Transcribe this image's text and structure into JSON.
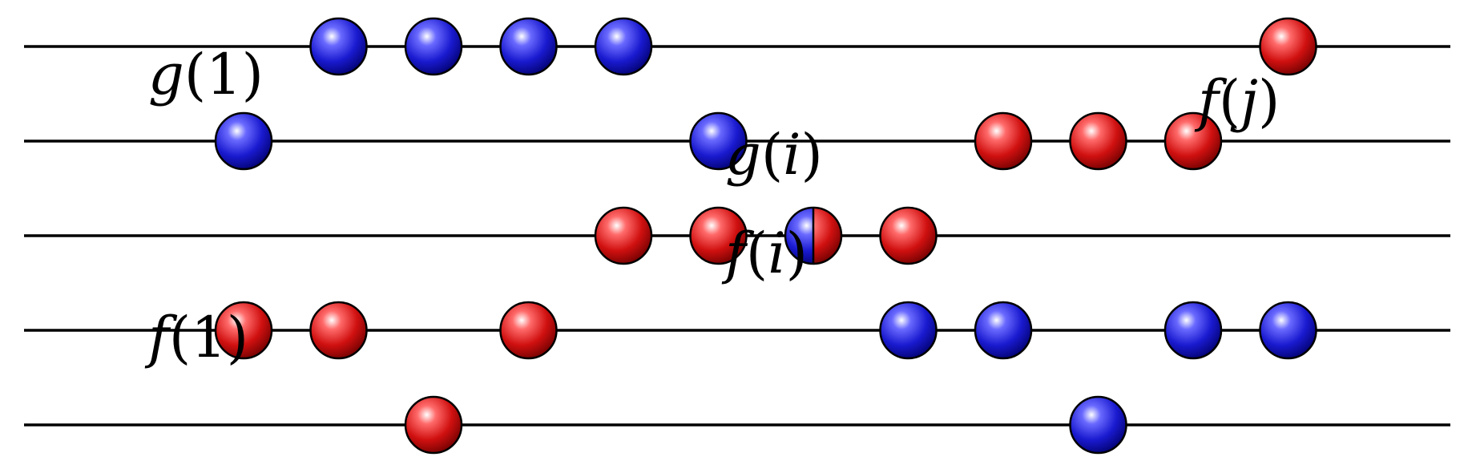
{
  "colors": {
    "blue": "#1010c8",
    "red": "#d01010",
    "line": "#000000"
  },
  "rows": [
    {
      "balls": [
        {
          "slot": 3,
          "color": "blue"
        },
        {
          "slot": 4,
          "color": "blue"
        },
        {
          "slot": 5,
          "color": "blue"
        },
        {
          "slot": 6,
          "color": "blue"
        },
        {
          "slot": 13,
          "color": "red"
        }
      ]
    },
    {
      "balls": [
        {
          "slot": 2,
          "color": "blue"
        },
        {
          "slot": 7,
          "color": "blue"
        },
        {
          "slot": 10,
          "color": "red"
        },
        {
          "slot": 11,
          "color": "red"
        },
        {
          "slot": 12,
          "color": "red"
        }
      ]
    },
    {
      "balls": [
        {
          "slot": 6,
          "color": "red"
        },
        {
          "slot": 7,
          "color": "red"
        },
        {
          "slot": 8,
          "color": "split"
        },
        {
          "slot": 9,
          "color": "red"
        }
      ]
    },
    {
      "balls": [
        {
          "slot": 2,
          "color": "red"
        },
        {
          "slot": 3,
          "color": "red"
        },
        {
          "slot": 5,
          "color": "red"
        },
        {
          "slot": 9,
          "color": "blue"
        },
        {
          "slot": 10,
          "color": "blue"
        },
        {
          "slot": 12,
          "color": "blue"
        },
        {
          "slot": 13,
          "color": "blue"
        }
      ]
    },
    {
      "balls": [
        {
          "slot": 4,
          "color": "red"
        },
        {
          "slot": 11,
          "color": "blue"
        }
      ]
    }
  ],
  "labels": {
    "g1": {
      "fn": "g",
      "arg": "1"
    },
    "fj": {
      "fn": "f",
      "arg": "j"
    },
    "gi": {
      "fn": "g",
      "arg": "i"
    },
    "fi": {
      "fn": "f",
      "arg": "i"
    },
    "f1": {
      "fn": "f",
      "arg": "1"
    }
  }
}
